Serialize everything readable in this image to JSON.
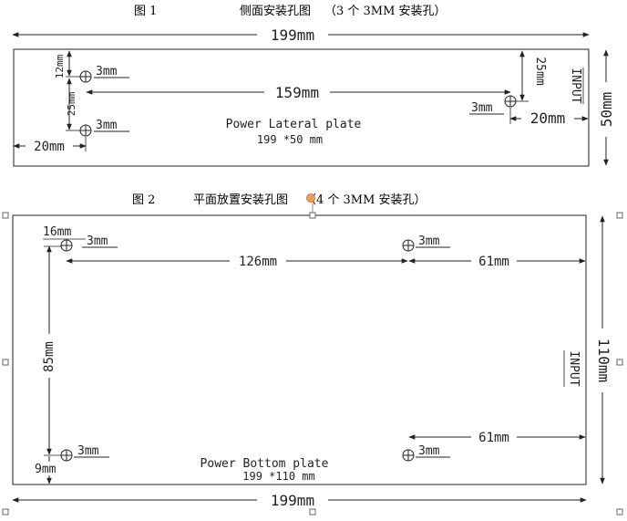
{
  "figure1": {
    "caption_fig": "图 1",
    "caption_title": "侧面安装孔图",
    "caption_note": "（3 个 3MM 安装孔）",
    "width_dim": "199mm",
    "height_dim": "50mm",
    "hole_label": "3mm",
    "dim_12": "12mm",
    "dim_25_left": "25mm",
    "dim_159": "159mm",
    "dim_25_right": "25mm",
    "dim_20_left": "20mm",
    "dim_20_right": "20mm",
    "plate_name": "Power Lateral plate",
    "plate_size": "199 *50 mm",
    "input_label": "INPUT"
  },
  "figure2": {
    "caption_fig": "图 2",
    "caption_title": "平面放置安装孔图",
    "caption_note": "（4 个 3MM 安装孔）",
    "width_dim": "199mm",
    "height_dim": "110mm",
    "hole_label": "3mm",
    "dim_16": "16mm",
    "dim_126": "126mm",
    "dim_61_top": "61mm",
    "dim_85": "85mm",
    "dim_9": "9mm",
    "dim_61_bottom": "61mm",
    "plate_name": "Power Bottom plate",
    "plate_size": "199 *110 mm",
    "input_label": "INPUT"
  },
  "colors": {
    "line": "#222222",
    "handle": "#f0a050"
  }
}
